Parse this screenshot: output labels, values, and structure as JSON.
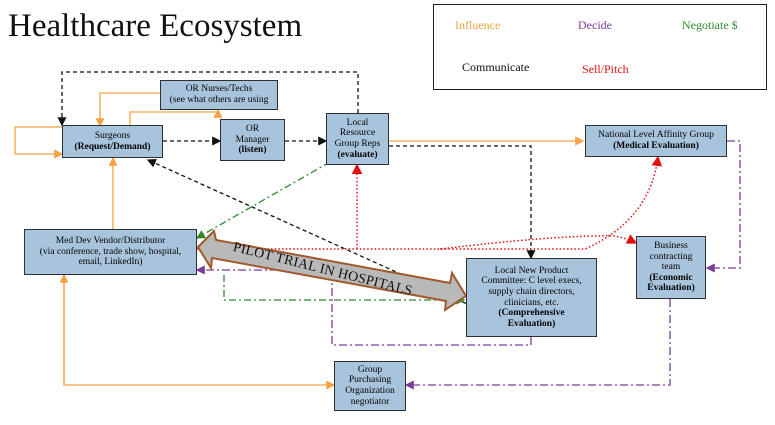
{
  "title": "Healthcare Ecosystem",
  "legend": {
    "influence": "Influence",
    "decide": "Decide",
    "negotiate": "Negotiate $",
    "communicate": "Communicate",
    "sell": "Sell/Pitch"
  },
  "colors": {
    "influence": "#f4a245",
    "decide": "#7d3c98",
    "negotiate": "#2e8b2e",
    "communicate": "#111111",
    "sell": "#e01010",
    "box_fill": "#a8c4dc",
    "banner_fill": "#b9b9b9",
    "banner_border": "#a05a2c"
  },
  "boxes": {
    "or_nurses": {
      "line1": "OR Nurses/Techs",
      "line2": "(see what others are using"
    },
    "surgeons": {
      "line1": "Surgeons",
      "line2": "(Request/Demand)"
    },
    "or_manager": {
      "line1": "OR",
      "line2": "Manager",
      "line3": "(listen)"
    },
    "local_resource": {
      "line1": "Local",
      "line2": "Resource",
      "line3": "Group Reps",
      "line4": "(evaluate)"
    },
    "national": {
      "line1": "National Level Affinity Group",
      "line2": "(Medical Evaluation)"
    },
    "vendor": {
      "line1": "Med Dev Vendor/Distributor",
      "line2": "(via conference, trade show, hospital,",
      "line3": "email, LinkedIn)"
    },
    "committee": {
      "line1": "Local New Product",
      "line2": "Committee: C level execs,",
      "line3": "supply chain directors,",
      "line4": "clinicians, etc.",
      "line5": "(Comprehensive",
      "line6": "Evaluation)"
    },
    "business": {
      "line1": "Business",
      "line2": "contracting",
      "line3": "team",
      "line4": "(Economic",
      "line5": "Evaluation)"
    },
    "gpo": {
      "line1": "Group",
      "line2": "Purchasing",
      "line3": "Organization",
      "line4": "negotiator"
    }
  },
  "banner": "PILOT TRIAL IN HOSPITALS"
}
